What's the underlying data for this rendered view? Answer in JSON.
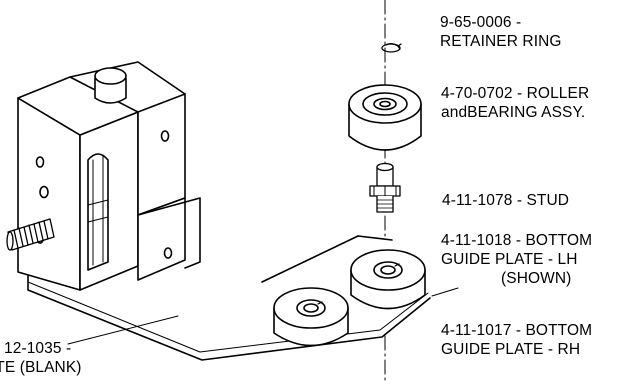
{
  "callouts": {
    "retainer_ring": {
      "line1": "9-65-0006 -",
      "line2": "RETAINER RING"
    },
    "roller": {
      "line1": "4-70-0702 - ROLLER",
      "line2": "andBEARING ASSY."
    },
    "stud": {
      "line1": "4-11-1078 - STUD"
    },
    "bottom_guide_lh": {
      "line1": "4-11-1018 - BOTTOM",
      "line2": "GUIDE PLATE - LH",
      "line3": "(SHOWN)"
    },
    "bottom_guide_rh": {
      "line1": "4-11-1017 - BOTTOM",
      "line2": "GUIDE PLATE - RH"
    },
    "plate_blank": {
      "line1": "12-1035 -",
      "line2": "ATE (BLANK)"
    }
  },
  "colors": {
    "line": "#000000",
    "plate_fill": "#d9d9d9",
    "background": "#ffffff"
  }
}
